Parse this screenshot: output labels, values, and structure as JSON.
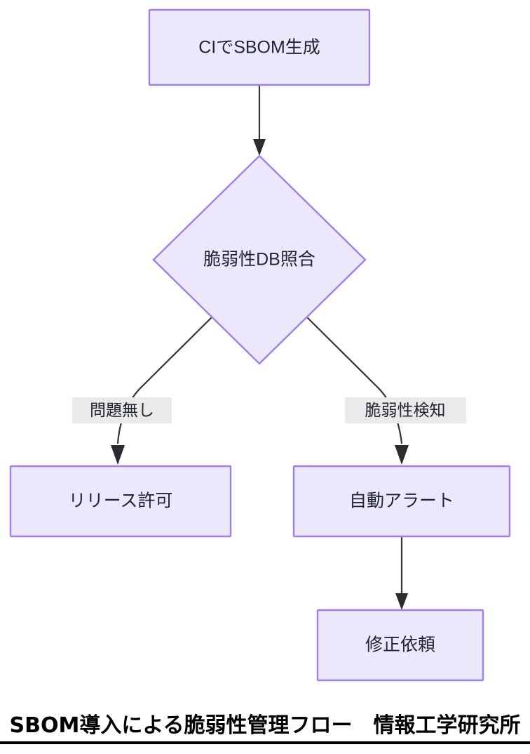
{
  "diagram": {
    "type": "flowchart",
    "direction": "top-down",
    "palette": {
      "node_fill": "#ebe8fc",
      "node_border": "#a27fe6",
      "node_text": "#1f2430",
      "edge_stroke": "#33333a",
      "edge_label_bg": "#eaeaea",
      "canvas_bg": "#ffffff",
      "caption_color": "#000000"
    },
    "nodes": [
      {
        "id": "n1",
        "shape": "rect",
        "label": "CIでSBOM生成"
      },
      {
        "id": "n2",
        "shape": "diamond",
        "label": "脆弱性DB照合"
      },
      {
        "id": "n3",
        "shape": "rect",
        "label": "リリース許可"
      },
      {
        "id": "n4",
        "shape": "rect",
        "label": "自動アラート"
      },
      {
        "id": "n5",
        "shape": "rect",
        "label": "修正依頼"
      }
    ],
    "edges": [
      {
        "from": "n1",
        "to": "n2",
        "label": ""
      },
      {
        "from": "n2",
        "to": "n3",
        "label": "問題無し"
      },
      {
        "from": "n2",
        "to": "n4",
        "label": "脆弱性検知"
      },
      {
        "from": "n4",
        "to": "n5",
        "label": ""
      }
    ]
  },
  "caption": {
    "text": "SBOM導入による脆弱性管理フロー　情報工学研究所"
  }
}
